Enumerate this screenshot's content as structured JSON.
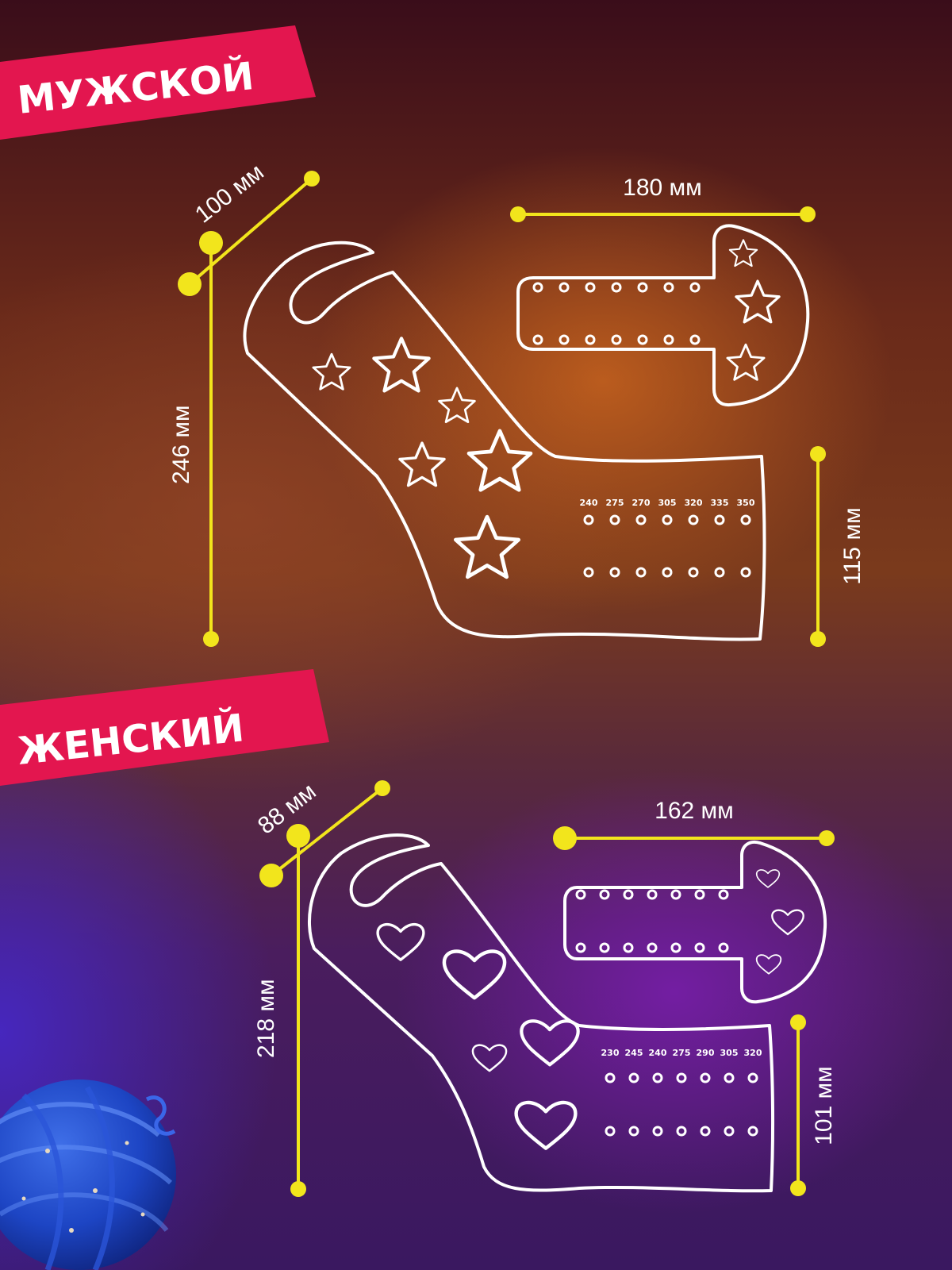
{
  "sections": {
    "male": {
      "label": "МУЖСКОЙ",
      "dims": {
        "width": "100 мм",
        "height": "246 мм",
        "insert_width": "180 мм",
        "foot_height": "115 мм"
      },
      "sizes": [
        "240",
        "275",
        "270",
        "305",
        "320",
        "335",
        "350"
      ]
    },
    "female": {
      "label": "ЖЕНСКИЙ",
      "dims": {
        "width": "88 мм",
        "height": "218 мм",
        "insert_width": "162 мм",
        "foot_height": "101 мм"
      },
      "sizes": [
        "230",
        "245",
        "240",
        "275",
        "290",
        "305",
        "320"
      ]
    }
  },
  "colors": {
    "banner": "#e3164f",
    "dimension_line": "#f2e51c",
    "outline": "#ffffff"
  },
  "icons": {
    "male_cutouts": "star-icon",
    "female_cutouts": "heart-icon",
    "decoration": "yarn-ball-icon"
  }
}
